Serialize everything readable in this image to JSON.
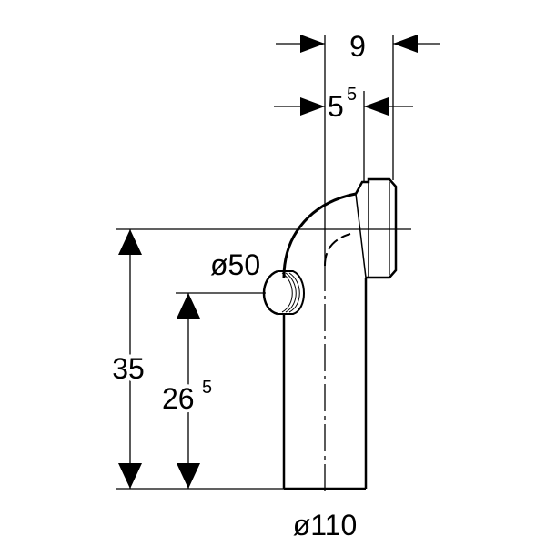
{
  "dimensions": {
    "top_width": {
      "value": "9"
    },
    "offset": {
      "value": "5",
      "sup": "5"
    },
    "total_height": {
      "value": "35"
    },
    "branch_height": {
      "value": "26",
      "sup": "5"
    },
    "branch_diameter": {
      "value": "ø50"
    },
    "pipe_diameter": {
      "value": "ø110"
    }
  },
  "colors": {
    "line": "#000000",
    "background": "#ffffff"
  }
}
